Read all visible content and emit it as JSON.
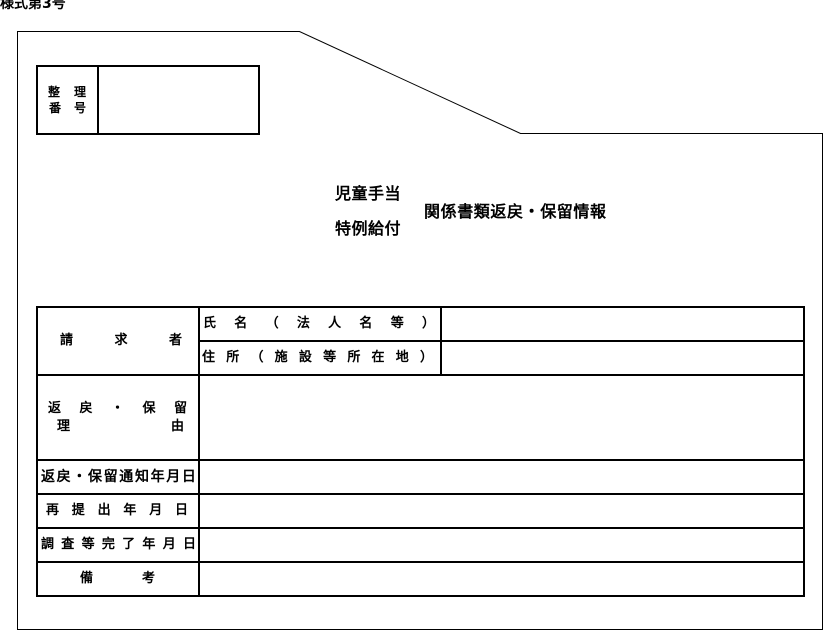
{
  "form_number": "様式第3号",
  "control_number": {
    "label_line1": "整理",
    "label_line2": "番号"
  },
  "title": {
    "line1": "児童手当",
    "line2": "特例給付",
    "main": "関係書類返戻・保留情報"
  },
  "table": {
    "claimant": "請求者",
    "name": "氏名（法人名等）",
    "address": "住所（施設等所在地）",
    "reason_line1": "返戻・保留",
    "reason_line2": "理由",
    "notice_date": "返戻・保留通知年月日",
    "resubmit_date": "再提出年月日",
    "survey_completed_date": "調査等完了年月日",
    "remarks": "備考"
  }
}
